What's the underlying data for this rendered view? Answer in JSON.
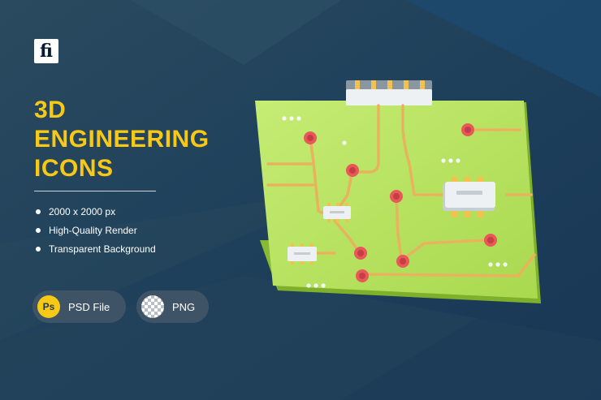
{
  "logo": {
    "text": "fi"
  },
  "title": {
    "line1": "3D",
    "line2": "ENGINEERING",
    "line3": "ICONS"
  },
  "features": [
    {
      "label": "2000 x 2000 px"
    },
    {
      "label": "High-Quality Render"
    },
    {
      "label": "Transparent Background"
    }
  ],
  "badges": {
    "psd": {
      "icon_text": "Ps",
      "label": "PSD File"
    },
    "png": {
      "label": "PNG"
    }
  },
  "colors": {
    "accent_yellow": "#f7c916",
    "background": "#1d3a52",
    "board_green": "#b6e35a",
    "trace_orange": "#e8b35c",
    "node_red": "#e8585a"
  },
  "illustration": {
    "subject": "circuit-board-icon"
  }
}
